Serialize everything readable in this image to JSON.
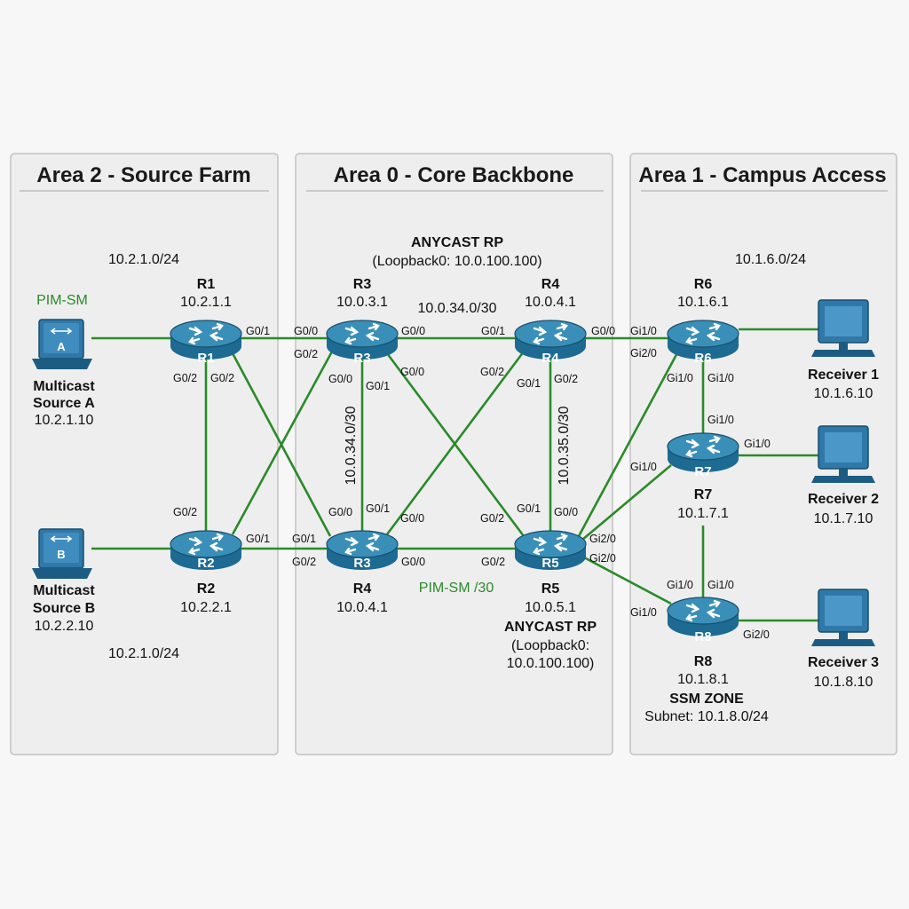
{
  "areas": {
    "area2": {
      "title": "Area 2 - Source Farm"
    },
    "area0": {
      "title": "Area 0 - Core Backbone"
    },
    "area1": {
      "title": "Area 1 - Campus Access"
    }
  },
  "routers": {
    "r1": {
      "name": "R1",
      "ip": "10.2.1.1",
      "icon_label": "R1"
    },
    "r2": {
      "name": "R2",
      "ip": "10.2.2.1",
      "icon_label": "R2"
    },
    "r3": {
      "name": "R3",
      "ip": "10.0.3.1",
      "icon_label": "R3"
    },
    "r4": {
      "name": "R4",
      "ip": "10.0.4.1",
      "icon_label": "R4"
    },
    "r3b": {
      "name": "R4",
      "ip": "10.0.4.1",
      "icon_label": "R3"
    },
    "r5": {
      "name": "R5",
      "ip": "10.0.5.1",
      "icon_label": "R5"
    },
    "r6": {
      "name": "R6",
      "ip": "10.1.6.1",
      "icon_label": "R6"
    },
    "r7": {
      "name": "R7",
      "ip": "10.1.7.1",
      "icon_label": "R7"
    },
    "r8": {
      "name": "R8",
      "ip": "10.1.8.1",
      "icon_label": "R8"
    }
  },
  "sources": {
    "a": {
      "letter": "A",
      "line1": "Multicast",
      "line2": "Source A",
      "ip": "10.2.1.10"
    },
    "b": {
      "letter": "B",
      "line1": "Multicast",
      "line2": "Source B",
      "ip": "10.2.2.10"
    }
  },
  "receivers": {
    "r1": {
      "name": "Receiver 1",
      "ip": "10.1.6.10"
    },
    "r2": {
      "name": "Receiver 2",
      "ip": "10.1.7.10"
    },
    "r3": {
      "name": "Receiver 3",
      "ip": "10.1.8.10"
    }
  },
  "annotations": {
    "pim_sm": "PIM-SM",
    "subnet_area2_top": "10.2.1.0/24",
    "subnet_area2_bottom": "10.2.1.0/24",
    "anycast_top_title": "ANYCAST RP",
    "anycast_top_detail": "(Loopback0: 10.0.100.100)",
    "link_r3_r4": "10.0.34.0/30",
    "vertical_left": "10.0.34.0/30",
    "vertical_right": "10.0.35.0/30",
    "pim_sm_30": "PIM-SM /30",
    "anycast_bottom_title": "ANYCAST RP",
    "anycast_bottom_line2": "(Loopback0:",
    "anycast_bottom_line3": "10.0.100.100)",
    "subnet_area1": "10.1.6.0/24",
    "ssm_zone": "SSM ZONE",
    "ssm_subnet": "Subnet: 10.1.8.0/24"
  },
  "ports": {
    "r1_g01": "G0/1",
    "r1_g02a": "G0/2",
    "r1_g02b": "G0/2",
    "r3_g00_left": "G0/0",
    "r3_g02": "G0/2",
    "r3_g00_right": "G0/0",
    "r3_g00_down": "G0/0",
    "r3_g01_down": "G0/1",
    "r3_g00_diag": "G0/0",
    "r4_g01": "G0/1",
    "r4_g00": "G0/0",
    "r4_g02_left": "G0/2",
    "r4_g01_down": "G0/1",
    "r4_g02_down": "G0/2",
    "r2_g02": "G0/2",
    "r2_g01": "G0/1",
    "r3b_g00_top": "G0/0",
    "r3b_g01_top": "G0/1",
    "r3b_g00_diag": "G0/0",
    "r3b_g01": "G0/1",
    "r3b_g02": "G0/2",
    "r3b_g00_right": "G0/0",
    "r5_g02_diag": "G0/2",
    "r5_g01": "G0/1",
    "r5_g00": "G0/0",
    "r5_g02": "G0/2",
    "r5_gi20a": "Gi2/0",
    "r5_gi20b": "Gi2/0",
    "r6_gi10_left": "Gi1/0",
    "r6_gi20": "Gi2/0",
    "r6_gi10_a": "Gi1/0",
    "r6_gi10_b": "Gi1/0",
    "r7_gi10_top": "Gi1/0",
    "r7_gi10_right": "Gi1/0",
    "r7_gi10_left": "Gi1/0",
    "r8_gi10_a": "Gi1/0",
    "r8_gi10_b": "Gi1/0",
    "r8_gi10_left": "Gi1/0",
    "r8_gi20": "Gi2/0"
  },
  "colors": {
    "link": "#2a8a2a",
    "router_body": "#1d6a92",
    "router_top": "#3a8fb8",
    "device_blue": "#2f78a8"
  },
  "icons": {
    "router": "router-icon",
    "source": "multicast-source-icon",
    "receiver": "computer-monitor-icon"
  }
}
